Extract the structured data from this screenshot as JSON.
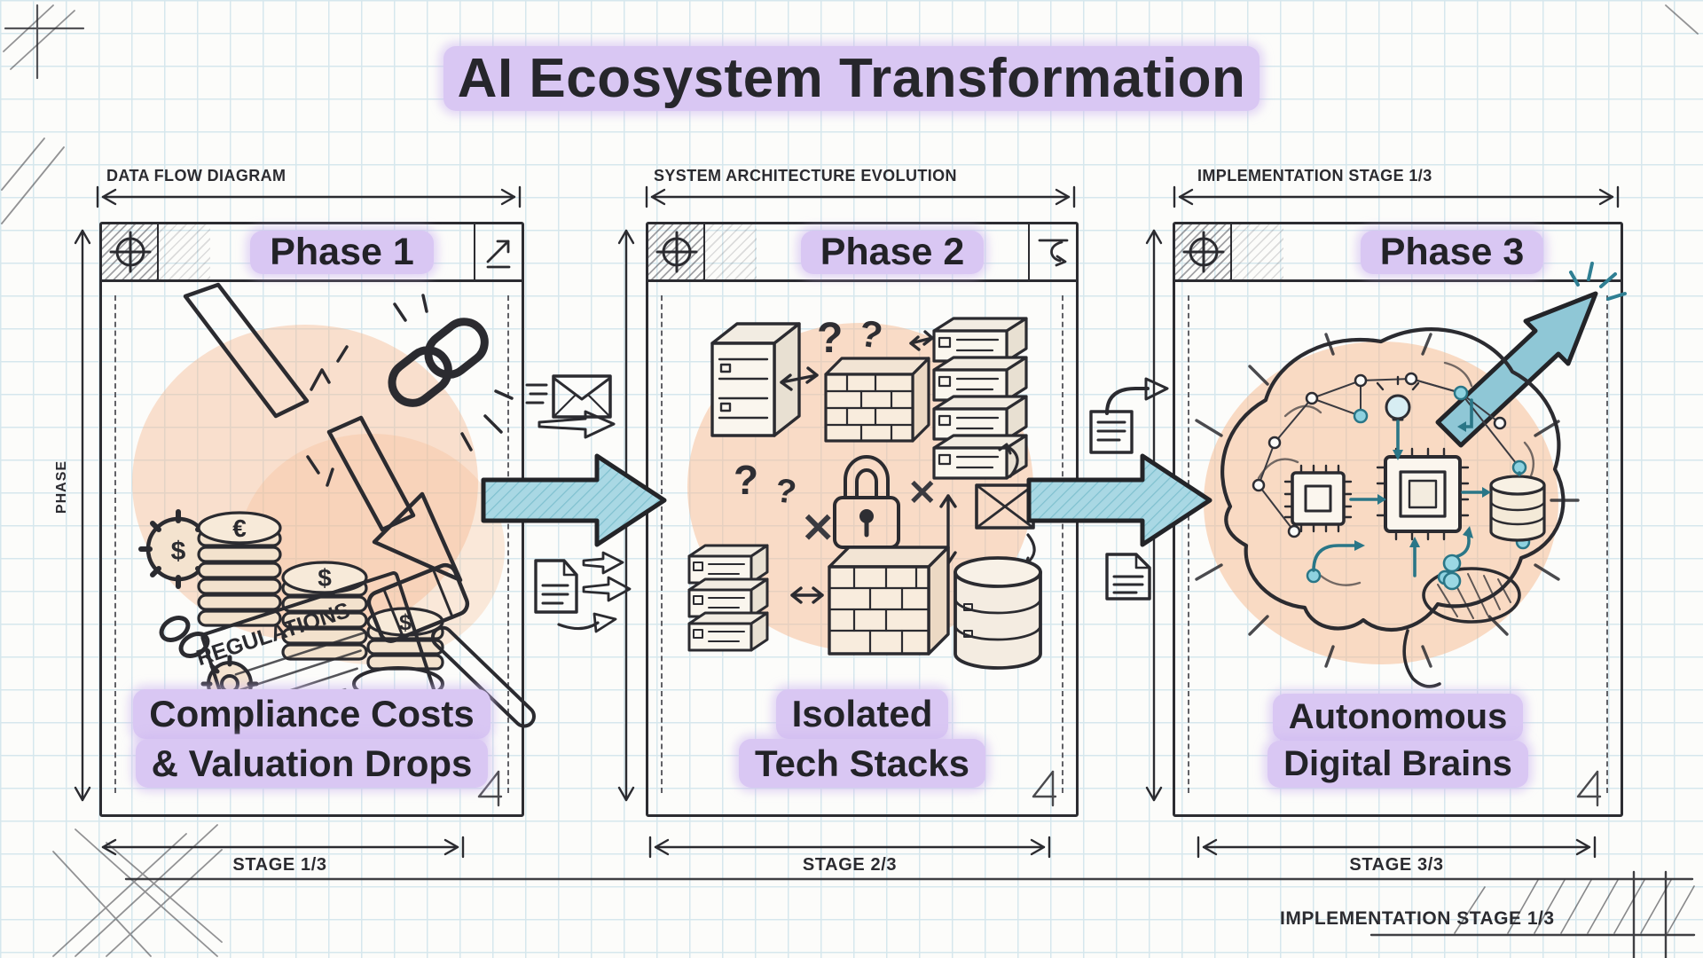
{
  "title": "AI Ecosystem Transformation",
  "side_label": "PHASE",
  "footer_label": "IMPLEMENTATION STAGE 1/3",
  "panels": [
    {
      "top_label": "DATA FLOW DIAGRAM",
      "header": "Phase 1",
      "caption_line1": "Compliance Costs",
      "caption_line2": "& Valuation Drops",
      "stage_label": "STAGE 1/3"
    },
    {
      "top_label": "SYSTEM ARCHITECTURE EVOLUTION",
      "header": "Phase 2",
      "caption_line1": "Isolated",
      "caption_line2": "Tech Stacks",
      "stage_label": "STAGE 2/3"
    },
    {
      "top_label": "IMPLEMENTATION STAGE 1/3",
      "header": "Phase 3",
      "caption_line1": "Autonomous",
      "caption_line2": "Digital Brains",
      "stage_label": "STAGE 3/3"
    }
  ],
  "illustrations": {
    "phase1": {
      "document_label": "REGULATIONS",
      "coin_symbol_euro": "€",
      "coin_symbol_dollar": "$",
      "gear_symbol": "$"
    },
    "phase2": {
      "question_mark": "?",
      "x_mark": "✕"
    }
  },
  "colors": {
    "highlight_lavender": "#d9c7f3",
    "arrow_teal": "#a9d8e4",
    "ink": "#2b2b30",
    "accent_orange": "#f6b88e",
    "grid_blue": "#d6e7ed"
  }
}
